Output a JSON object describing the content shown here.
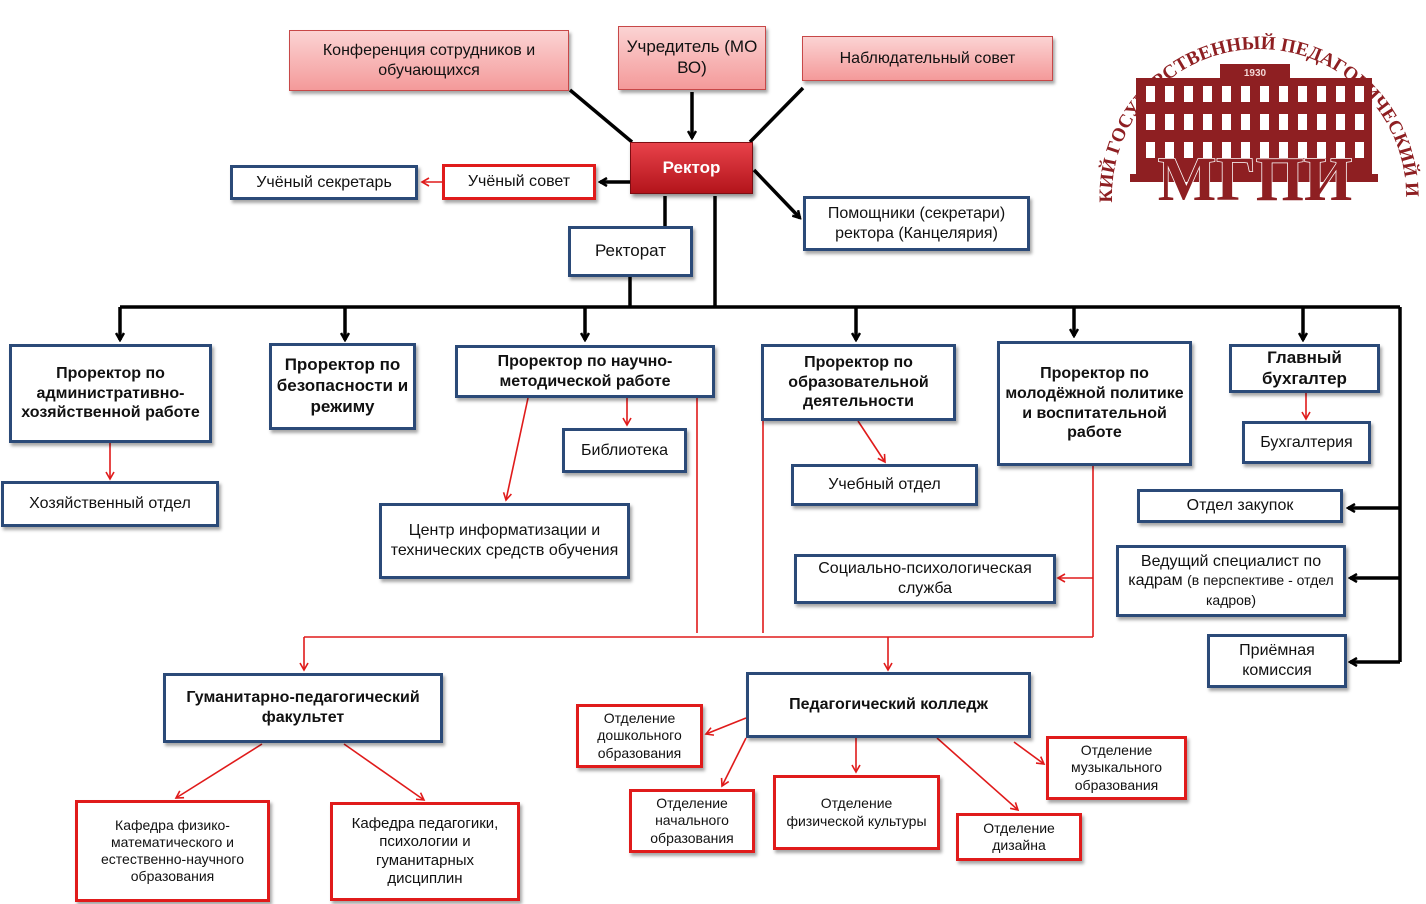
{
  "top": {
    "conference": "Конференция сотрудников и обучающихся",
    "founder": "Учредитель (МО ВО)",
    "supervisory": "Наблюдательный совет"
  },
  "rector": "Ректор",
  "academic_secretary": "Учёный секретарь",
  "academic_council": "Учёный совет",
  "rectorate": "Ректорат",
  "assistants": "Помощники (секретари) ректора  (Канцелярия)",
  "vice_rectors": {
    "admin": "Проректор по административно-хозяйственной работе",
    "security": "Проректор по безопасности и режиму",
    "science": "Проректор по научно-методической работе",
    "education": "Проректор по образовательной деятельности",
    "youth": "Проректор по молодёжной политике и воспитательной работе",
    "accountant": "Главный бухгалтер"
  },
  "departments": {
    "economic": "Хозяйственный отдел",
    "library": "Библиотека",
    "it_center": "Центр информатизации и технических средств обучения",
    "study": "Учебный отдел",
    "accounting": "Бухгалтерия",
    "procurement": "Отдел закупок",
    "hr_main": "Ведущий специалист по кадрам",
    "hr_note": "(в перспективе - отдел кадров)",
    "social": "Социально-психологическая служба",
    "admission": "Приёмная комиссия"
  },
  "faculty": {
    "name": "Гуманитарно-педагогический факультет",
    "chair1": "Кафедра физико-математического и естественно-научного образования",
    "chair2": "Кафедра педагогики, психологии и гуманитарных дисциплин"
  },
  "college": {
    "name": "Педагогический колледж",
    "preschool": "Отделение дошкольного образования",
    "primary": "Отделение начального образования",
    "physical": "Отделение физической культуры",
    "design": "Отделение дизайна",
    "music": "Отделение музыкального образования"
  },
  "logo": {
    "arc_text": "МУРОМСКИЙ ГОСУДАРСТВЕННЫЙ ПЕДАГОГИЧЕСКИЙ ИНСТИТУТ",
    "abbr": "МГПИ",
    "year": "1930"
  },
  "colors": {
    "blue_border": "#2b4a78",
    "red_border": "#e01b1b",
    "rector_fill": "#c8161e",
    "logo": "#8e1f22"
  }
}
